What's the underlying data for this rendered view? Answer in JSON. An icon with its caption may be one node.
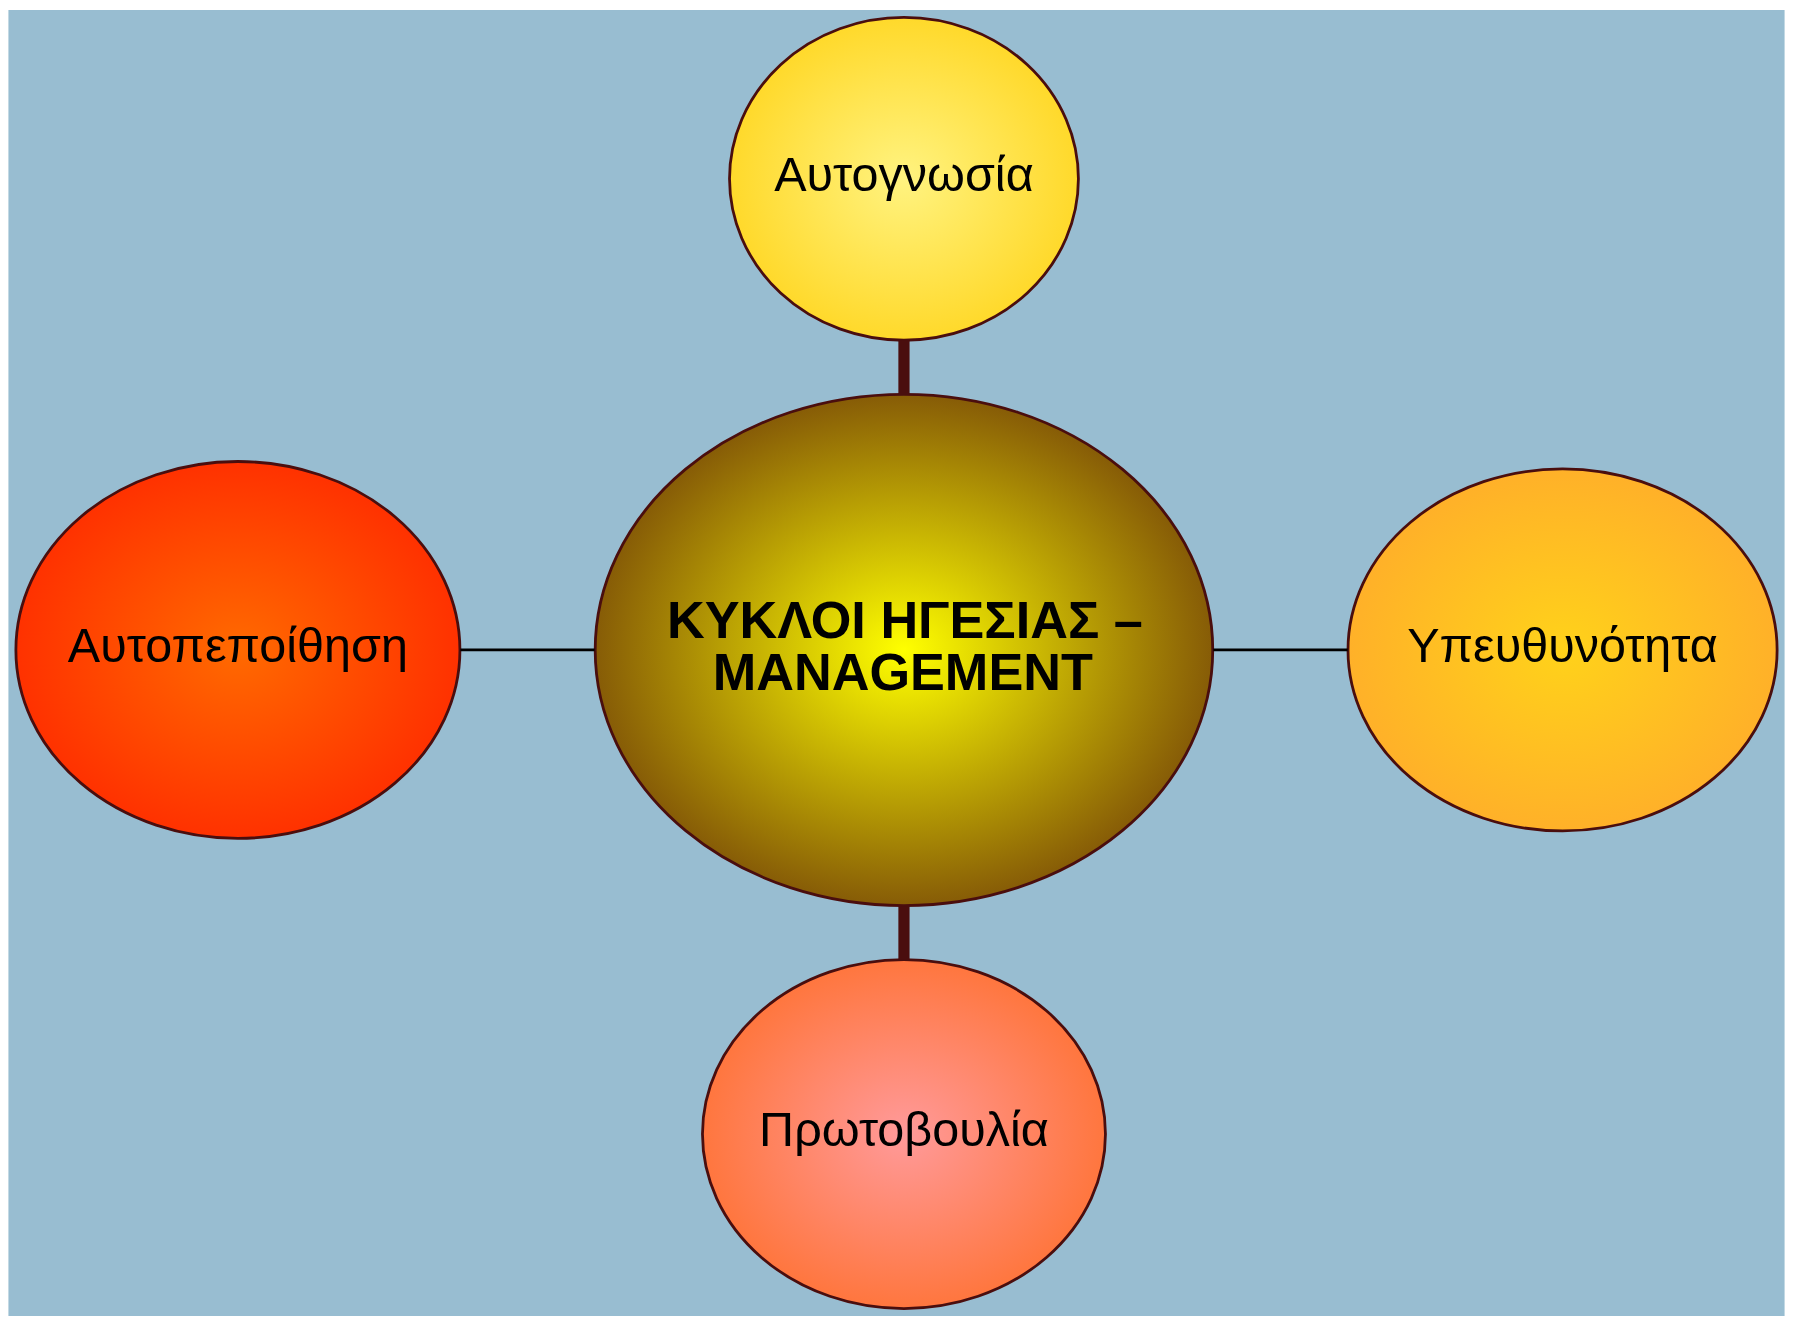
{
  "diagram": {
    "nodes": [
      {
        "text": [
          "Αυτογνωσία"
        ]
      },
      {
        "text": [
          "ΚΥΚΛΟΙ ΗΓΕΣΙΑΣ – MANAGEMENT"
        ]
      },
      {
        "text": [
          "Αυτοπεποίθηση"
        ]
      },
      {
        "text": [
          "Υπευθυνότητα"
        ]
      },
      {
        "text": [
          "Πρωτοβουλία"
        ]
      }
    ],
    "edges": [
      {
        "from": 0,
        "to": 1,
        "arrow": "none",
        "style": "thick",
        "color": "#4a0e0e"
      },
      {
        "from": 2,
        "to": 1,
        "arrow": "none"
      },
      {
        "from": 1,
        "to": 3,
        "arrow": "none"
      },
      {
        "from": 1,
        "to": 4,
        "arrow": "none",
        "style": "thick",
        "color": "#4a0e0e"
      }
    ]
  }
}
